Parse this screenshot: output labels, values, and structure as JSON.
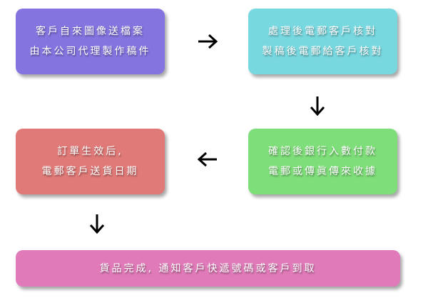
{
  "colors": {
    "step1": "#8474e0",
    "step2": "#78d8e0",
    "step3": "#7ede79",
    "step4": "#e07a78",
    "step5": "#e07ab8",
    "arrow": "#000000"
  },
  "steps": [
    {
      "lines": [
        "客戶自來圖像送檔案",
        "由本公司代理製作稿件"
      ]
    },
    {
      "lines": [
        "處理後電郵客戶核對",
        "製稿後電郵給客戶核對"
      ]
    },
    {
      "lines": [
        "確認後銀行入數付款",
        "電郵或傳眞傳來收據"
      ]
    },
    {
      "lines": [
        "訂單生效后,",
        "電郵客戶送貨日期"
      ]
    },
    {
      "lines": [
        "貨品完成, 通知客戶快遞號碼或客戶到取"
      ]
    }
  ],
  "arrows": [
    {
      "icon": "arrow-right-icon",
      "from": "step1",
      "to": "step2"
    },
    {
      "icon": "arrow-down-icon",
      "from": "step2",
      "to": "step3"
    },
    {
      "icon": "arrow-left-icon",
      "from": "step3",
      "to": "step4"
    },
    {
      "icon": "arrow-down-icon",
      "from": "step4",
      "to": "step5"
    }
  ]
}
